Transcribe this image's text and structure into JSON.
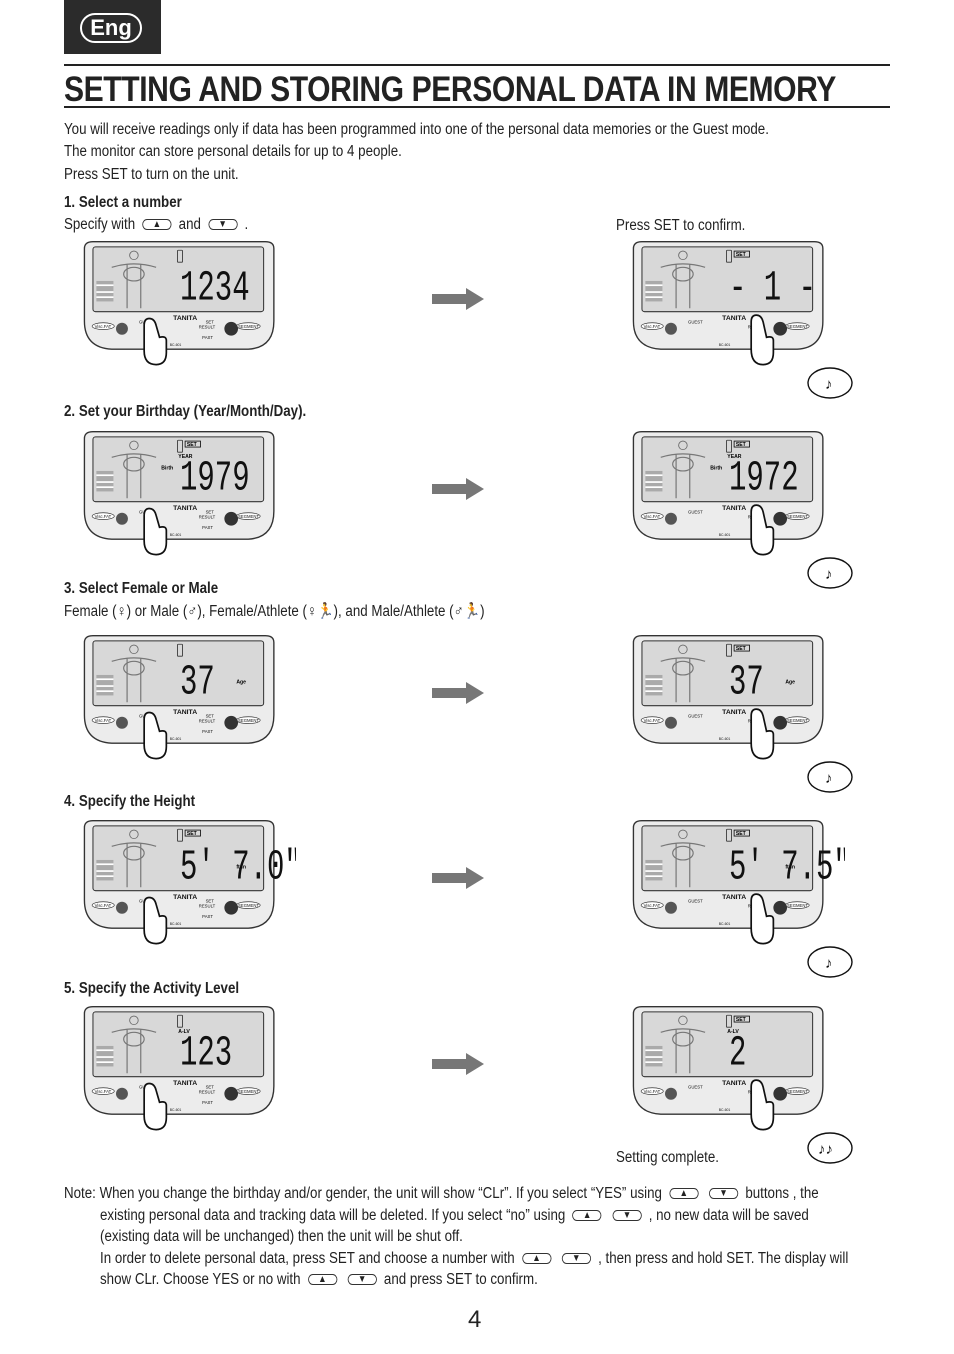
{
  "lang_tab": "Eng",
  "title": "SETTING AND STORING PERSONAL DATA IN MEMORY",
  "intro": [
    "You will receive readings only if data has been programmed into one of the personal data memories or the Guest mode.",
    "The monitor can store personal details for up to 4 people.",
    "Press SET to turn on the unit."
  ],
  "steps": {
    "s1": {
      "heading": "1. Select a number",
      "specify_pre": "Specify with",
      "specify_and": "and",
      "specify_end": ".",
      "confirm": "Press SET to confirm.",
      "left_display": "1234",
      "right_display": "- 1 -"
    },
    "s2": {
      "heading": "2. Set your Birthday (Year/Month/Day).",
      "left_display": "1979",
      "right_display": "1972",
      "label_year": "YEAR",
      "label_birth": "Birth"
    },
    "s3": {
      "heading": "3. Select Female or Male",
      "line": "Female (♀) or Male (♂), Female/Athlete (♀🏃), and Male/Athlete (♂🏃)",
      "left_display": "37",
      "right_display": "37",
      "label_age": "Age"
    },
    "s4": {
      "heading": "4. Specify the Height",
      "left_display": "5' 7.0\"",
      "right_display": "5' 7.5\"",
      "label_unit": "ft-in"
    },
    "s5": {
      "heading": "5. Specify the Activity Level",
      "left_display": "123",
      "right_display": "2",
      "label_alv": "A-LV",
      "complete": "Setting complete."
    }
  },
  "device_labels": {
    "brand": "TANITA",
    "guest": "GUEST",
    "set": "SET",
    "result": "RESULT",
    "past": "PAST",
    "segment": "SEGMENT",
    "vfat": "Visc.FAT",
    "model": "BC-601",
    "set_badge": "SET"
  },
  "note": {
    "l1_pre": "Note: When you change the birthday and/or gender, the unit will show “CLr”. If you select “YES” using",
    "l1_post": "buttons , the",
    "l2_pre": "existing personal data and tracking data will be deleted. If you select “no” using",
    "l2_post": ", no new data will be saved",
    "l3": "(existing data will be unchanged) then the unit will be shut off.",
    "l4_pre": "In order to delete personal data, press SET and choose a number with",
    "l4_post": ", then press and hold SET. The display will",
    "l5_pre": "show CLr. Choose YES or no with",
    "l5_post": "and press SET to confirm."
  },
  "glyphs": {
    "up": "▲",
    "down": "▼",
    "note_single": "♪",
    "note_double": "♪♪"
  },
  "page_number": "4"
}
